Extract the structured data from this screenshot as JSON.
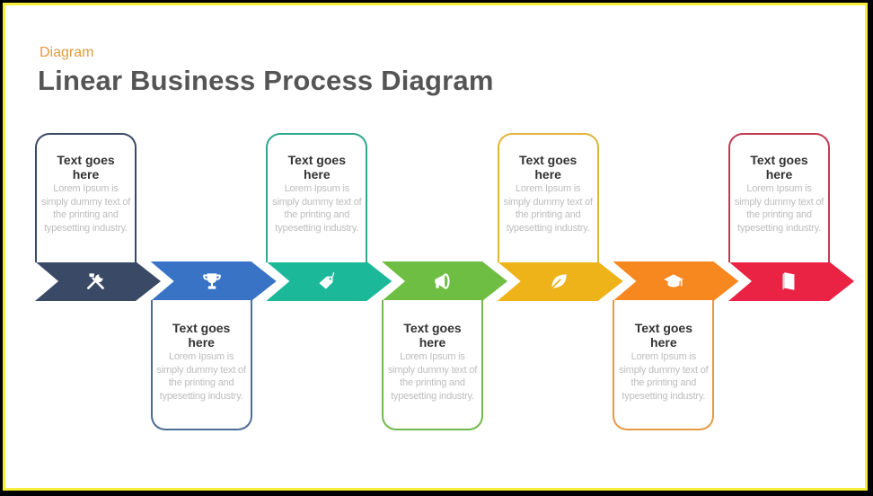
{
  "header": {
    "subtitle": "Diagram",
    "title": "Linear Business Process Diagram"
  },
  "steps": [
    {
      "position": "top",
      "color": "#3a4a66",
      "border": "#3a4a66",
      "icon": "tools-icon",
      "heading": "Text goes here",
      "body": "Lorem Ipsum is simply dummy text  of the printing and typesetting industry."
    },
    {
      "position": "bottom",
      "color": "#3873c6",
      "border": "#4a6e96",
      "icon": "trophy-icon",
      "heading": "Text goes here",
      "body": "Lorem Ipsum is simply dummy text  of the printing and typesetting industry."
    },
    {
      "position": "top",
      "color": "#1bb99a",
      "border": "#2ea88f",
      "icon": "tag-icon",
      "heading": "Text goes here",
      "body": "Lorem Ipsum is simply dummy text  of the printing and typesetting industry."
    },
    {
      "position": "bottom",
      "color": "#6fbe44",
      "border": "#72b84c",
      "icon": "megaphone-icon",
      "heading": "Text goes here",
      "body": "Lorem Ipsum is simply dummy text  of the printing and typesetting industry."
    },
    {
      "position": "top",
      "color": "#edb319",
      "border": "#e1b43a",
      "icon": "leaf-icon",
      "heading": "Text goes here",
      "body": "Lorem Ipsum is simply dummy text  of the printing and typesetting industry."
    },
    {
      "position": "bottom",
      "color": "#f7871f",
      "border": "#e59a45",
      "icon": "graduation-cap-icon",
      "heading": "Text goes here",
      "body": "Lorem Ipsum is simply dummy text  of the printing and typesetting industry."
    },
    {
      "position": "top",
      "color": "#ea2244",
      "border": "#c23a52",
      "icon": "book-icon",
      "heading": "Text goes here",
      "body": "Lorem Ipsum is simply dummy text  of the printing and typesetting industry."
    }
  ]
}
